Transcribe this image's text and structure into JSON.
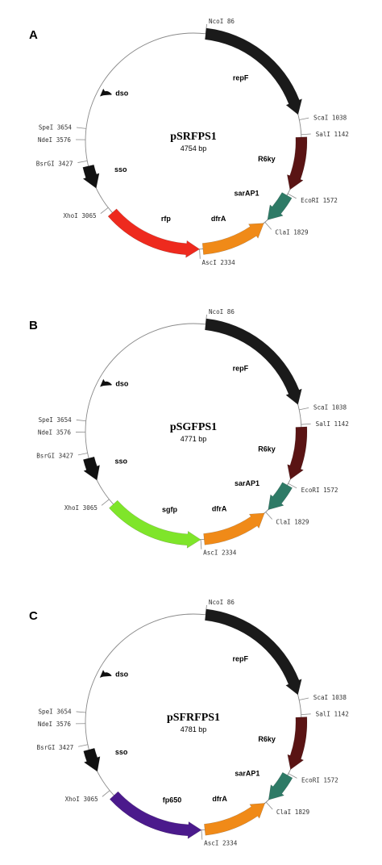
{
  "maps": [
    {
      "panel": "A",
      "name": "pSRFPS1",
      "size_label": "4754 bp",
      "total_bp": 4754,
      "sites": [
        {
          "label": "NcoI 86",
          "bp": 86
        },
        {
          "label": "ScaI 1038",
          "bp": 1038
        },
        {
          "label": "SalI 1142",
          "bp": 1142
        },
        {
          "label": "EcoRI 1572",
          "bp": 1572
        },
        {
          "label": "ClaI 1829",
          "bp": 1829
        },
        {
          "label": "AscI 2334",
          "bp": 2334
        },
        {
          "label": "XhoI 3065",
          "bp": 3065
        },
        {
          "label": "BsrGI 3427",
          "bp": 3427
        },
        {
          "label": "NdeI 3576",
          "bp": 3576
        },
        {
          "label": "SpeI 3654",
          "bp": 3654
        }
      ],
      "features": [
        {
          "label": "repF",
          "start": 86,
          "end": 1000,
          "color": "#1a1a1a"
        },
        {
          "label": "R6ky",
          "start": 1160,
          "end": 1540,
          "color": "#5a1414"
        },
        {
          "label": "sarAP1",
          "start": 1585,
          "end": 1805,
          "color": "#2e7a66"
        },
        {
          "label": "dfrA",
          "start": 1840,
          "end": 2310,
          "color": "#f08a18",
          "reverse": true
        },
        {
          "label": "rfp",
          "start": 2334,
          "end": 3020,
          "color": "#ee2a1e",
          "reverse": true
        },
        {
          "label": "sso",
          "start": 3225,
          "end": 3390,
          "color": "#111111",
          "reverse": true
        },
        {
          "label": "dso",
          "start": 3945,
          "end": 3990,
          "color": "#111111",
          "reverse": true,
          "small": true
        }
      ]
    },
    {
      "panel": "B",
      "name": "pSGFPS1",
      "size_label": "4771 bp",
      "total_bp": 4771,
      "sites": [
        {
          "label": "NcoI 86",
          "bp": 86
        },
        {
          "label": "ScaI 1038",
          "bp": 1038
        },
        {
          "label": "SalI 1142",
          "bp": 1142
        },
        {
          "label": "EcoRI 1572",
          "bp": 1572
        },
        {
          "label": "ClaI 1829",
          "bp": 1829
        },
        {
          "label": "AscI 2334",
          "bp": 2334
        },
        {
          "label": "XhoI 3065",
          "bp": 3065
        },
        {
          "label": "BsrGI 3427",
          "bp": 3427
        },
        {
          "label": "NdeI 3576",
          "bp": 3576
        },
        {
          "label": "SpeI 3654",
          "bp": 3654
        }
      ],
      "features": [
        {
          "label": "repF",
          "start": 86,
          "end": 1000,
          "color": "#1a1a1a"
        },
        {
          "label": "R6ky",
          "start": 1160,
          "end": 1540,
          "color": "#5a1414"
        },
        {
          "label": "sarAP1",
          "start": 1585,
          "end": 1805,
          "color": "#2e7a66"
        },
        {
          "label": "dfrA",
          "start": 1840,
          "end": 2310,
          "color": "#f08a18",
          "reverse": true
        },
        {
          "label": "sgfp",
          "start": 2334,
          "end": 3020,
          "color": "#7fe52a",
          "reverse": true
        },
        {
          "label": "sso",
          "start": 3225,
          "end": 3390,
          "color": "#111111",
          "reverse": true
        },
        {
          "label": "dso",
          "start": 3960,
          "end": 4005,
          "color": "#111111",
          "reverse": true,
          "small": true
        }
      ]
    },
    {
      "panel": "C",
      "name": "pSFRFPS1",
      "size_label": "4781 bp",
      "total_bp": 4781,
      "sites": [
        {
          "label": "NcoI 86",
          "bp": 86
        },
        {
          "label": "ScaI 1038",
          "bp": 1038
        },
        {
          "label": "SalI 1142",
          "bp": 1142
        },
        {
          "label": "EcoRI 1572",
          "bp": 1572
        },
        {
          "label": "ClaI 1829",
          "bp": 1829
        },
        {
          "label": "AscI 2334",
          "bp": 2334
        },
        {
          "label": "XhoI 3065",
          "bp": 3065
        },
        {
          "label": "BsrGI 3427",
          "bp": 3427
        },
        {
          "label": "NdeI 3576",
          "bp": 3576
        },
        {
          "label": "SpeI 3654",
          "bp": 3654
        }
      ],
      "features": [
        {
          "label": "repF",
          "start": 86,
          "end": 1000,
          "color": "#1a1a1a"
        },
        {
          "label": "R6ky",
          "start": 1160,
          "end": 1540,
          "color": "#5a1414"
        },
        {
          "label": "sarAP1",
          "start": 1585,
          "end": 1805,
          "color": "#2e7a66"
        },
        {
          "label": "dfrA",
          "start": 1840,
          "end": 2310,
          "color": "#f08a18",
          "reverse": true
        },
        {
          "label": "fp650",
          "start": 2334,
          "end": 3020,
          "color": "#4b1a8c",
          "reverse": true
        },
        {
          "label": "sso",
          "start": 3225,
          "end": 3390,
          "color": "#111111",
          "reverse": true
        },
        {
          "label": "dso",
          "start": 3965,
          "end": 4010,
          "color": "#111111",
          "reverse": true,
          "small": true
        }
      ]
    }
  ]
}
